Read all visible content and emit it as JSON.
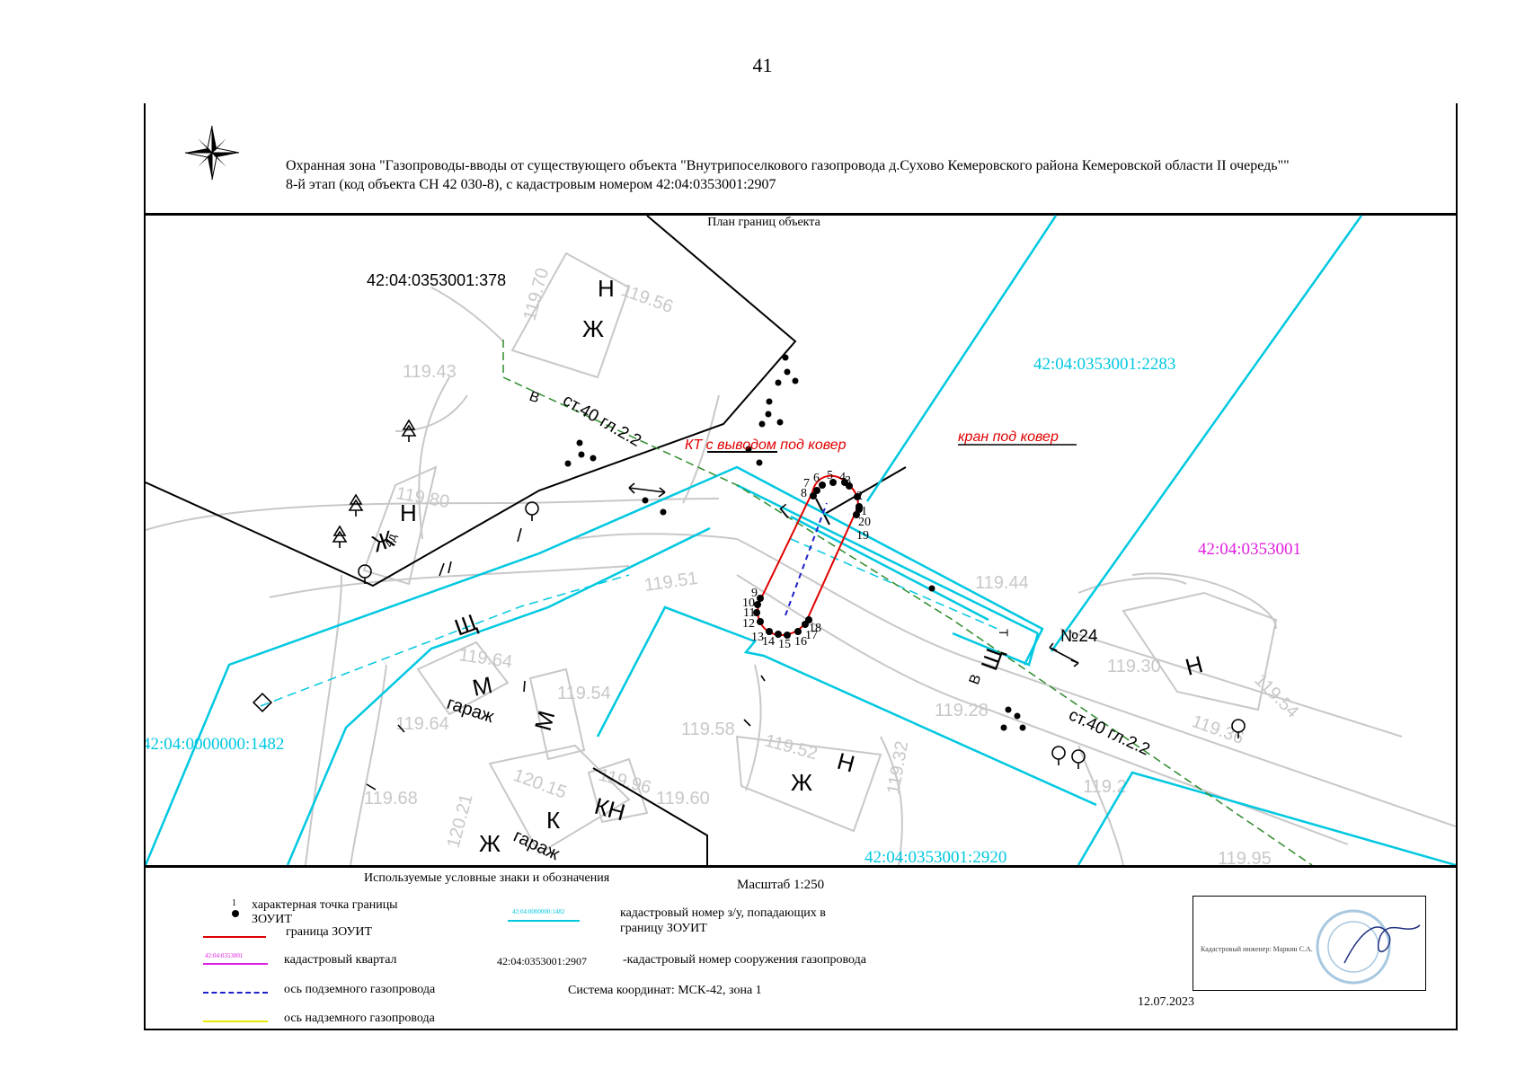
{
  "page_number": "41",
  "header": {
    "title_line1": "Охранная зона \"Газопроводы-вводы от существующего объекта \"Внутрипоселкового газопровода д.Сухово Кемеровского района Кемеровской области II очередь\"\"",
    "title_line2": "8-й этап (код объекта СН 42 030-8), с кадастровым номером 42:04:0353001:2907"
  },
  "plan_title": "План границ объекта",
  "map": {
    "parcels": {
      "p378": "42:04:0353001:378",
      "p2283": "42:04:0353001:2283",
      "quarter": "42:04:0353001",
      "p1482": "42:04:0000000:1482",
      "p2920": "42:04:0353001:2920"
    },
    "annotations": {
      "kt": "КТ с выводом под ковер",
      "kran": "кран под ковер",
      "pipe_nw": "ст.40 гл.2.2",
      "pipe_se": "ст.40 гл.2.2",
      "house_no": "№24"
    },
    "building_letters": {
      "n1": "Н",
      "zh1": "Ж",
      "n2": "Н",
      "zh2": "Ж",
      "zh2_sub": "4д",
      "m": "М",
      "garage1": "гараж",
      "m2": "М",
      "k": "К",
      "garage2": "гараж",
      "kn": "КН",
      "zh3": "Ж",
      "n3": "Н",
      "zh4": "Ж",
      "n4": "Н",
      "shch1": "Щ",
      "shch2": "Щ",
      "g": "Г",
      "v1": "В",
      "v2": "В",
      "t": "Т"
    },
    "elevations": {
      "e1": "119.56",
      "e2": "119.70",
      "e3": "119.43",
      "e4": "119.80",
      "e5": "119.51",
      "e6": "119.64",
      "e7": "119.54",
      "e8": "119.64",
      "e9": "119.68",
      "e10": "119.58",
      "e11": "119.52",
      "e12": "119.96",
      "e13": "120.15",
      "e14": "120.21",
      "e15": "119.60",
      "e16": "119.44",
      "e17": "119.30",
      "e18": "119.28",
      "e19": "119.54",
      "e20": "119.36",
      "e21": "119.2",
      "e22": "119.95",
      "e23": "119.32"
    },
    "points": [
      "1",
      "2",
      "3",
      "4",
      "5",
      "6",
      "7",
      "8",
      "9",
      "10",
      "11",
      "12",
      "13",
      "14",
      "15",
      "16",
      "17",
      "18",
      "19",
      "20"
    ]
  },
  "legend": {
    "title": "Используемые условные  знаки и обозначения",
    "scale": "Масштаб 1:250",
    "point_number": "1",
    "point_label_line1": "характерная точка границы",
    "point_label_line2": "ЗОУИТ",
    "boundary_label": "граница ЗОУИТ",
    "quarter_sample": "42:04:0353001",
    "quarter_label": "кадастровый квартал",
    "underground_label": "ось подземного газопровода",
    "overground_label": "ось надземного газопровода",
    "parcel_sample": "42:04:0000000:1482",
    "parcel_label_line1": "кадастровый номер з/у, попадающих в",
    "parcel_label_line2": "границу ЗОУИТ",
    "structure_number": "42:04:0353001:2907",
    "structure_label": "-кадастровый  номер сооружения газопровода",
    "coord_system": "Система координат: МСК-42, зона 1"
  },
  "stamp": {
    "engineer": "Кадастровый инженер: Маркин С.А.",
    "date": "12.07.2023"
  },
  "colors": {
    "cyan": "#00c8e0",
    "red": "#e00000",
    "magenta": "#e020e0",
    "green_dash": "#2e8b2e",
    "grey": "#c8c8c8",
    "blue_dash": "#2020c8",
    "yellow": "#e8e800"
  }
}
